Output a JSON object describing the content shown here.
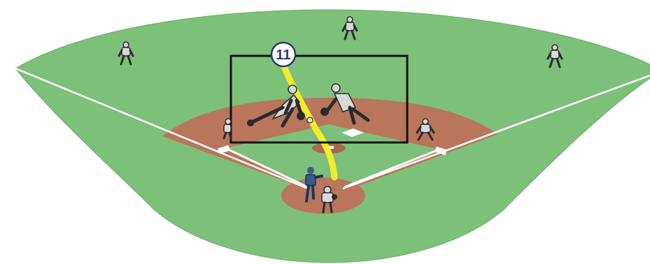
{
  "diagram": {
    "play_number": "11",
    "colors": {
      "grass": "#7dc07a",
      "grass_edge": "#6aae67",
      "dirt": "#b9765a",
      "dirt_dark": "#a86a4f",
      "chalk": "#ffffff",
      "ball_path": "#f2ec2a",
      "highlight_box": "#111111",
      "badge_fill": "#ffffff",
      "badge_stroke": "#2a3a6a",
      "badge_text": "#2a3a6a",
      "uniform_gray": "#d9d9d9",
      "uniform_dark": "#2b2b2b",
      "runner_blue": "#3a5a8a"
    },
    "players": [
      "center-fielder",
      "left-fielder",
      "right-fielder",
      "third-baseman",
      "shortstop",
      "second-baseman",
      "first-baseman",
      "batter-runner",
      "catcher"
    ]
  }
}
